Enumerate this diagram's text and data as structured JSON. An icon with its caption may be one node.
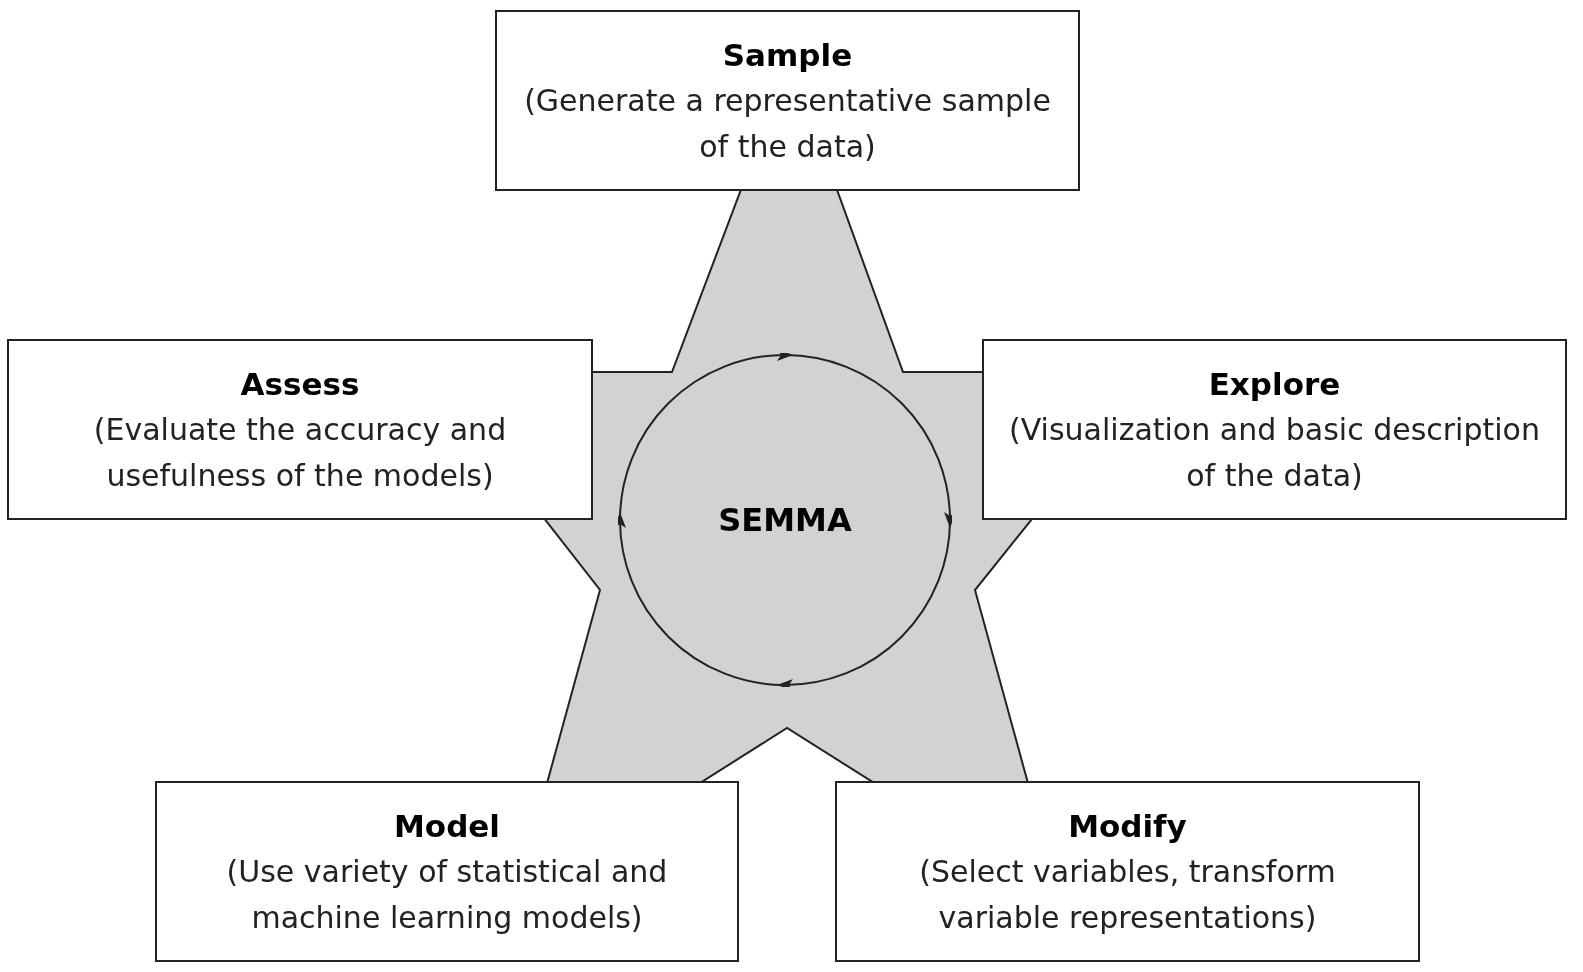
{
  "diagram": {
    "nodes": [
      {
        "text": [
          "Sample",
          "(Generate a representative sample of the data)"
        ]
      },
      {
        "text": [
          "Assess",
          "(Evaluate the accuracy and usefulness of the models)"
        ]
      },
      {
        "text": [
          "Explore",
          "(Visualization and basic description of the data)"
        ]
      },
      {
        "text": [
          "Model",
          "(Use variety of statistical and machine learning models)"
        ]
      },
      {
        "text": [
          "Modify",
          "(Select variables, transform variable representations)"
        ]
      },
      {
        "text": [],
        "shape": "star"
      },
      {
        "text": [
          "SEMMA"
        ],
        "in": 5
      }
    ],
    "edges": []
  }
}
